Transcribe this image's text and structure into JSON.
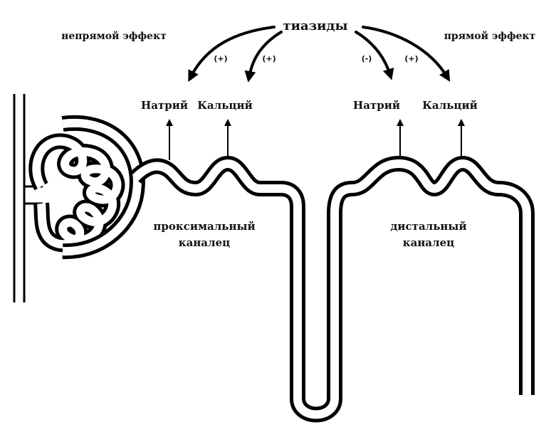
{
  "labels": {
    "thiazides": "тиазиды",
    "indirect_effect": "непрямой эффект",
    "direct_effect": "прямой эффект",
    "proximal_line1": "проксимальный",
    "proximal_line2": "каналец",
    "distal_line1": "дистальный",
    "distal_line2": "каналец",
    "left_sodium": "Натрий",
    "left_calcium": "Кальций",
    "right_sodium": "Натрий",
    "right_calcium": "Кальций"
  },
  "effects": {
    "left_sodium_sign": "(+)",
    "left_calcium_sign": "(+)",
    "right_sodium_sign": "(-)",
    "right_calcium_sign": "(+)"
  }
}
